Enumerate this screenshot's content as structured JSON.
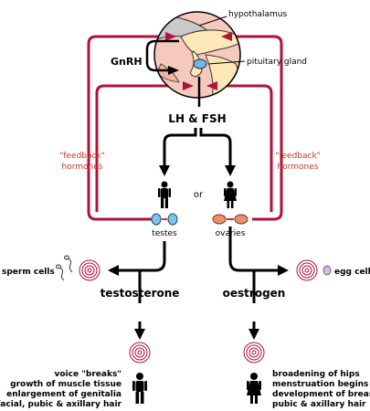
{
  "labels": {
    "hypothalamus": "hypothalamus",
    "pituitary": "pituitary gland",
    "gnrh": "GnRH",
    "lh_fsh": "LH & FSH",
    "or": "or",
    "feedback_left_1": "\"feedback\"",
    "feedback_left_2": "hormones",
    "feedback_right_1": "\"feedback\"",
    "feedback_right_2": "hormones",
    "testes": "testes",
    "ovaries": "ovaries",
    "sperm_cells": "sperm cells",
    "egg_cell": "egg cell",
    "testosterone": "testosterone",
    "oestrogen": "oestrogen"
  },
  "male_effects": [
    "voice \"breaks\"",
    "growth of muscle tissue",
    "enlargement of genitalia",
    "facial, pubic & axillary hair"
  ],
  "female_effects": [
    "broadening of hips",
    "menstruation begins",
    "development of breasts",
    "pubic & axillary hair"
  ],
  "colors": {
    "feedback": "#b0123a",
    "feedback_text": "#c0392b",
    "testes": "#7cc6ee",
    "ovaries": "#e8906f",
    "brain_fill": "#f6c9bd",
    "line": "#000000"
  }
}
